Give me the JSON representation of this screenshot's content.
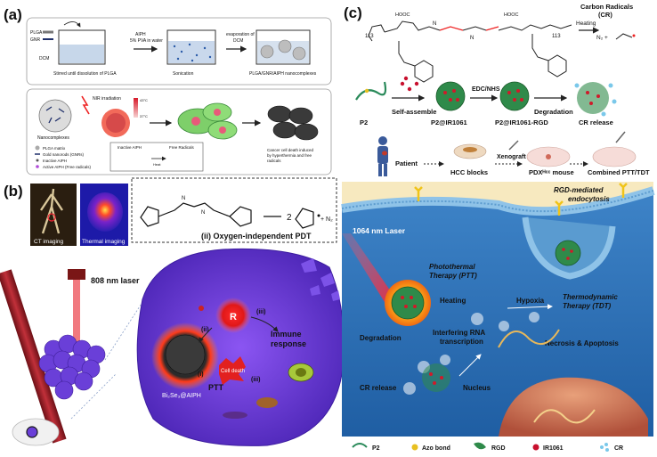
{
  "panel_a": {
    "label": "(a)",
    "synthesis": {
      "legend_plga": "PLGA",
      "legend_gnr": "GNR",
      "beaker1_label": "DCM",
      "beaker1_caption": "Stirred until dissolution of PLGA",
      "arrow1_line1": "AIPH",
      "arrow1_line2": "5% PVA in water",
      "arrow2_label": "Sonication",
      "arrow3_line1": "evaporation of",
      "arrow3_line2": "DCM",
      "product_caption": "PLGA/GNR/AIPH nanocomplexes"
    },
    "mechanism": {
      "nir_label": "NIR irradiation",
      "temp_high": "43°C",
      "temp_low": "37°C",
      "nanocomplexes_label": "Nanocomplexes",
      "legend_plga_matrix": "PLGA matrix",
      "legend_gold": "Gold nanorods (GNRs)",
      "legend_inactive": "Inactive AIPH",
      "legend_active": "Active AIPH (Free radicals)",
      "box_inactive": "Inactive AIPH",
      "box_free": "Free Radicals",
      "box_heat": "Heat",
      "death_caption_1": "Cancer cell death induced",
      "death_caption_2": "by hyperthermia and free",
      "death_caption_3": "radicals"
    }
  },
  "panel_b": {
    "label": "(b)",
    "ct_label": "CT imaging",
    "thermal_label": "Thermal imaging",
    "laser_label": "808 nm laser",
    "equation_product_coef": "2",
    "equation_n2": "+ N₂",
    "pdt_label": "(ii) Oxygen-independent PDT",
    "radical_symbol": "R",
    "step_i": "(i)",
    "step_ii": "(ii)",
    "step_iii_a": "(iii)",
    "step_iii_b": "(iii)",
    "immune_line1": "Immune",
    "immune_line2": "response",
    "cell_death": "Cell death",
    "ptt": "PTT",
    "particle_label": "Bi₂Se₃@AIPH"
  },
  "panel_c": {
    "label": "(c)",
    "carbon_radicals_line1": "Carbon Radicals",
    "carbon_radicals_line2": "(CR)",
    "heating": "Heating",
    "n2_plus": "N₂ +",
    "repeat_113_left": "113",
    "repeat_113_right": "113",
    "p2": "P2",
    "self_assemble": "Self-assemble",
    "p2_ir": "P2@IR1061",
    "edc": "EDC/NHS",
    "p2_ir_rgd": "P2@IR1061-RGD",
    "degradation_top": "Degradation",
    "cr_release_top": "CR release",
    "patient": "Patient",
    "hcc_blocks": "HCC blocks",
    "xenograft": "Xenograft",
    "pdx_mouse": "PDXᴴᶜᶜ mouse",
    "combined": "Combined PTT/TDT",
    "laser_1064": "1064 nm Laser",
    "rgd_endo_1": "RGD-mediated",
    "rgd_endo_2": "endocytosis",
    "ptt_1": "Photothermal",
    "ptt_2": "Therapy (PTT)",
    "heating_cell": "Heating",
    "hypoxia": "Hypoxia",
    "tdt_1": "Thermodynamic",
    "tdt_2": "Therapy (TDT)",
    "degradation_cell": "Degradation",
    "interfering_1": "Interfering RNA",
    "interfering_2": "transcription",
    "necrosis": "Necrosis & Apoptosis",
    "cr_release_cell": "CR release",
    "nucleus": "Nucleus",
    "legend": {
      "p2": "P2",
      "azo": "Azo bond",
      "rgd": "RGD",
      "ir": "IR1061",
      "cr": "CR"
    }
  },
  "colors": {
    "cell_blue": "#2f6fb0",
    "membrane": "#8fc3e8",
    "tumor_purple": "#6a3fd8",
    "vessel_red": "#a3232a",
    "laser_red": "#e8202a",
    "accent_yellow": "#f5d94a"
  }
}
